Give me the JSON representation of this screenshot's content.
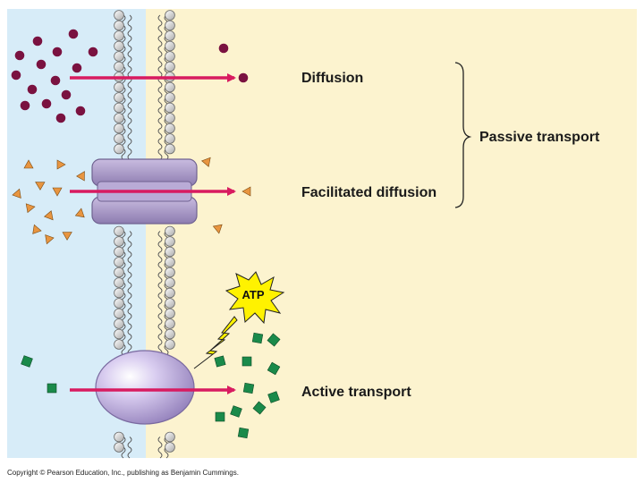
{
  "labels": {
    "diffusion": "Diffusion",
    "facilitated": "Facilitated diffusion",
    "active": "Active transport",
    "passive": "Passive transport",
    "atp": "ATP"
  },
  "copyright": "Copyright © Pearson Education, Inc., publishing as Benjamin Cummings.",
  "colors": {
    "outside_bg": "#d7ecf8",
    "inside_bg": "#fcf3cf",
    "arrow": "#d81b60",
    "diffusion_particle": "#7a1240",
    "facilitated_particle": "#e89540",
    "active_particle": "#1a8a4a",
    "channel_protein": "#b3a2cf",
    "pump_protein": "#c5b5e3",
    "atp_burst": "#fff200"
  },
  "icons": {
    "diffusion_particle": "circle",
    "facilitated_particle": "triangle",
    "active_particle": "square",
    "energy": "lightning-bolt-icon"
  }
}
